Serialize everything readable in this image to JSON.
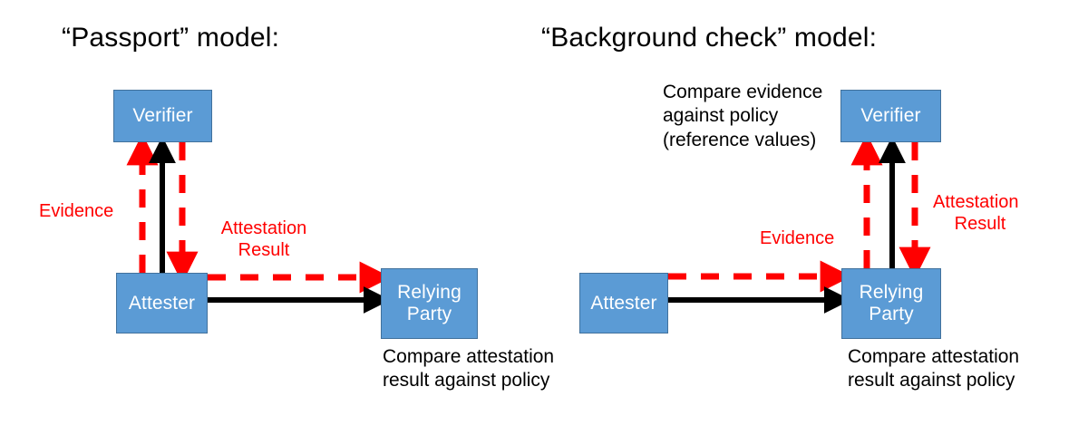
{
  "diagram": {
    "type": "remote-attestation-models",
    "background": "#ffffff",
    "colors": {
      "node_fill": "#5b9bd5",
      "node_stroke": "#41719c",
      "node_text": "#ffffff",
      "evidence_flow": "#ff0000",
      "solid_flow": "#000000",
      "note_text": "#000000"
    }
  },
  "left_model": {
    "title": "“Passport” model:",
    "nodes": {
      "verifier": "Verifier",
      "attester": "Attester",
      "relying_party": "Relying\nParty",
      "relying_party_line1": "Relying",
      "relying_party_line2": "Party"
    },
    "edges": {
      "evidence": "Evidence",
      "attestation_result_line1": "Attestation",
      "attestation_result_line2": "Result"
    },
    "notes": {
      "relying_party_note_line1": "Compare attestation",
      "relying_party_note_line2": "result against policy"
    }
  },
  "right_model": {
    "title": "“Background check” model:",
    "nodes": {
      "verifier": "Verifier",
      "attester": "Attester",
      "relying_party_line1": "Relying",
      "relying_party_line2": "Party"
    },
    "edges": {
      "evidence": "Evidence",
      "attestation_result_line1": "Attestation",
      "attestation_result_line2": "Result"
    },
    "notes": {
      "verifier_note_line1": "Compare evidence",
      "verifier_note_line2": "against policy",
      "verifier_note_line3": "(reference values)",
      "relying_party_note_line1": "Compare attestation",
      "relying_party_note_line2": "result against policy"
    }
  }
}
